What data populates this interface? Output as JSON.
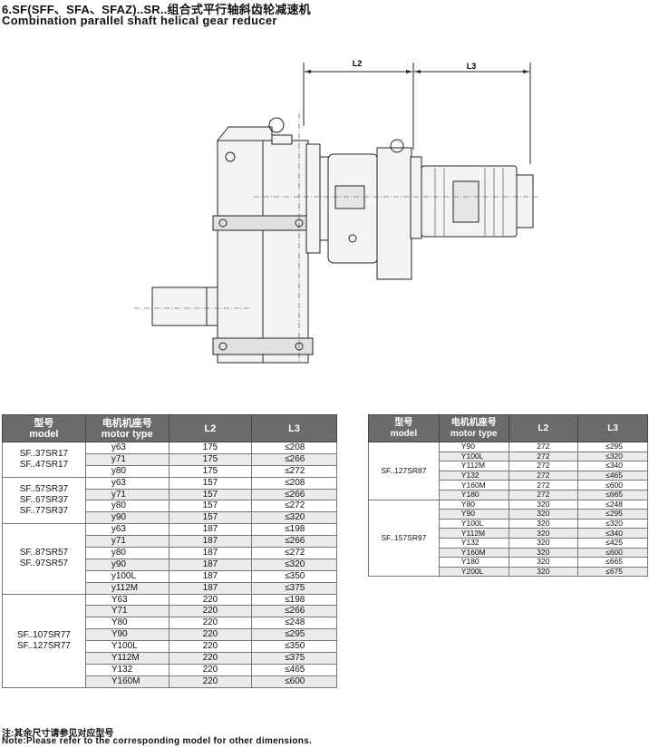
{
  "title": {
    "cn": "6.SF(SFF、SFA、SFAZ)..SR..组合式平行轴斜齿轮减速机",
    "en": "Combination parallel shaft helical gear reducer"
  },
  "drawing": {
    "dim_l2": "L2",
    "dim_l3": "L3"
  },
  "table_headers": {
    "model_cn": "型号",
    "model_en": "model",
    "motor_cn": "电机机座号",
    "motor_en": "motor type",
    "l2": "L2",
    "l3": "L3"
  },
  "left_table": {
    "groups": [
      {
        "models": [
          "SF..37SR17",
          "SF..47SR17"
        ],
        "rows": [
          [
            "y63",
            "175",
            "≤208"
          ],
          [
            "y71",
            "175",
            "≤266"
          ],
          [
            "y80",
            "175",
            "≤272"
          ]
        ]
      },
      {
        "models": [
          "SF..57SR37",
          "SF..67SR37",
          "SF..77SR37"
        ],
        "rows": [
          [
            "y63",
            "157",
            "≤208"
          ],
          [
            "y71",
            "157",
            "≤266"
          ],
          [
            "y80",
            "157",
            "≤272"
          ],
          [
            "y90",
            "157",
            "≤320"
          ]
        ]
      },
      {
        "models": [
          "SF..87SR57",
          "SF..97SR57"
        ],
        "rows": [
          [
            "y63",
            "187",
            "≤198"
          ],
          [
            "y71",
            "187",
            "≤266"
          ],
          [
            "y80",
            "187",
            "≤272"
          ],
          [
            "y90",
            "187",
            "≤320"
          ],
          [
            "y100L",
            "187",
            "≤350"
          ],
          [
            "y112M",
            "187",
            "≤375"
          ]
        ]
      },
      {
        "models": [
          "SF..107SR77",
          "SF..127SR77"
        ],
        "rows": [
          [
            "Y63",
            "220",
            "≤198"
          ],
          [
            "Y71",
            "220",
            "≤266"
          ],
          [
            "Y80",
            "220",
            "≤248"
          ],
          [
            "Y90",
            "220",
            "≤295"
          ],
          [
            "Y100L",
            "220",
            "≤350"
          ],
          [
            "Y112M",
            "220",
            "≤375"
          ],
          [
            "Y132",
            "220",
            "≤465"
          ],
          [
            "Y160M",
            "220",
            "≤600"
          ]
        ]
      }
    ]
  },
  "right_table": {
    "groups": [
      {
        "models": [
          "SF..127SR87"
        ],
        "rows": [
          [
            "Y90",
            "272",
            "≤295"
          ],
          [
            "Y100L",
            "272",
            "≤320"
          ],
          [
            "Y112M",
            "272",
            "≤340"
          ],
          [
            "Y132",
            "272",
            "≤465"
          ],
          [
            "Y160M",
            "272",
            "≤600"
          ],
          [
            "Y180",
            "272",
            "≤665"
          ]
        ]
      },
      {
        "models": [
          "SF..157SR97"
        ],
        "rows": [
          [
            "Y80",
            "320",
            "≤248"
          ],
          [
            "Y90",
            "320",
            "≤295"
          ],
          [
            "Y100L",
            "320",
            "≤320"
          ],
          [
            "Y112M",
            "320",
            "≤340"
          ],
          [
            "Y132",
            "320",
            "≤425"
          ],
          [
            "Y160M",
            "320",
            "≤600"
          ],
          [
            "Y180",
            "320",
            "≤665"
          ],
          [
            "Y200L",
            "320",
            "≤675"
          ]
        ]
      }
    ]
  },
  "note": {
    "cn": "注:其余尺寸请参见对应型号",
    "en": "Note:Please refer to the corresponding model for other dimensions."
  }
}
